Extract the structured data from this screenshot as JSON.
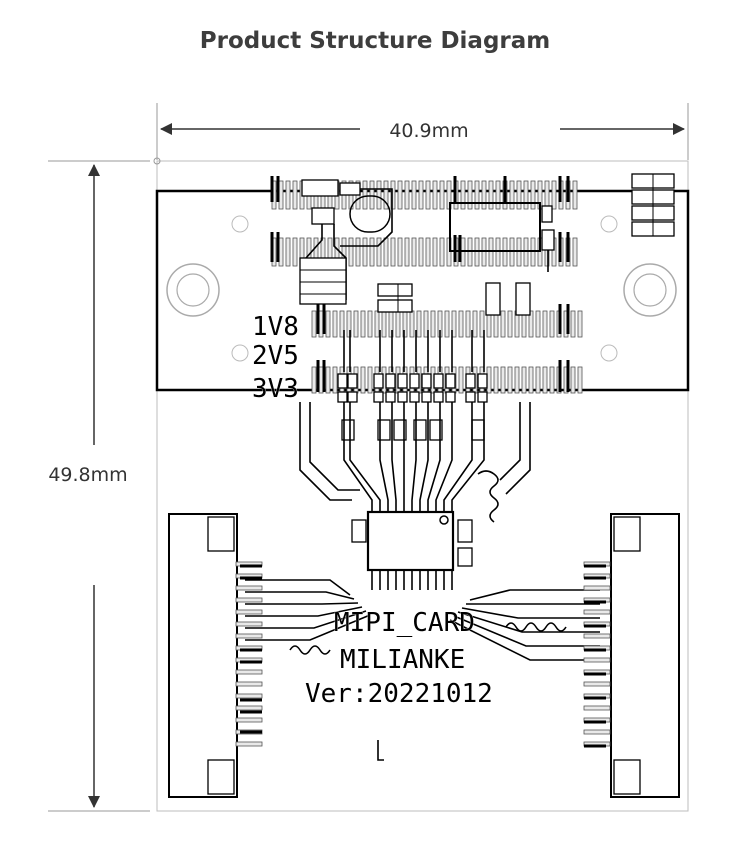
{
  "title": "Product Structure Diagram",
  "dimensions": {
    "width_label": "40.9mm",
    "height_label": "49.8mm"
  },
  "silkscreen": {
    "voltage_1": "1V8",
    "voltage_2": "2V5",
    "voltage_3": "3V3",
    "line_1": "MIPI_CARD",
    "line_2": "MILIANKE",
    "line_3": "Ver:20221012"
  },
  "colors": {
    "title": "#3d3d3d",
    "outline": "#000000",
    "board_edge": "#bdbdbd"
  }
}
